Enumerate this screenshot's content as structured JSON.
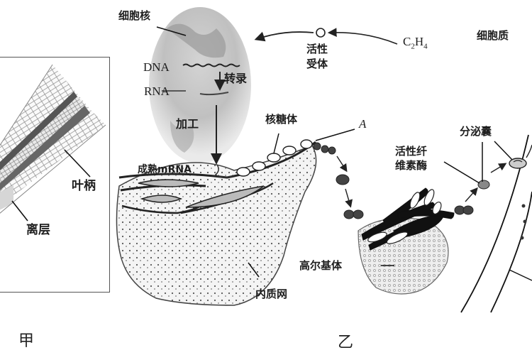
{
  "panel_a": {
    "caption": "甲",
    "labels": {
      "petiole": "叶柄",
      "abscission_layer": "离层"
    }
  },
  "panel_b": {
    "caption": "乙",
    "labels": {
      "nucleus": "细胞核",
      "dna": "DNA",
      "rna": "RNA",
      "transcription": "转录",
      "processing": "加工",
      "mature_mrna": "成熟mRNA",
      "active_receptor_line1": "活性",
      "active_receptor_line2": "受体",
      "ethylene_c": "C",
      "ethylene_sub1": "2",
      "ethylene_h": "H",
      "ethylene_sub2": "4",
      "cytoplasm": "细胞质",
      "ribosome": "核糖体",
      "marker_a": "A",
      "secretory_vesicle": "分泌囊",
      "cellulase_line1": "活性纤",
      "cellulase_line2": "维素酶",
      "golgi": "高尔基体",
      "er": "内质网"
    }
  }
}
